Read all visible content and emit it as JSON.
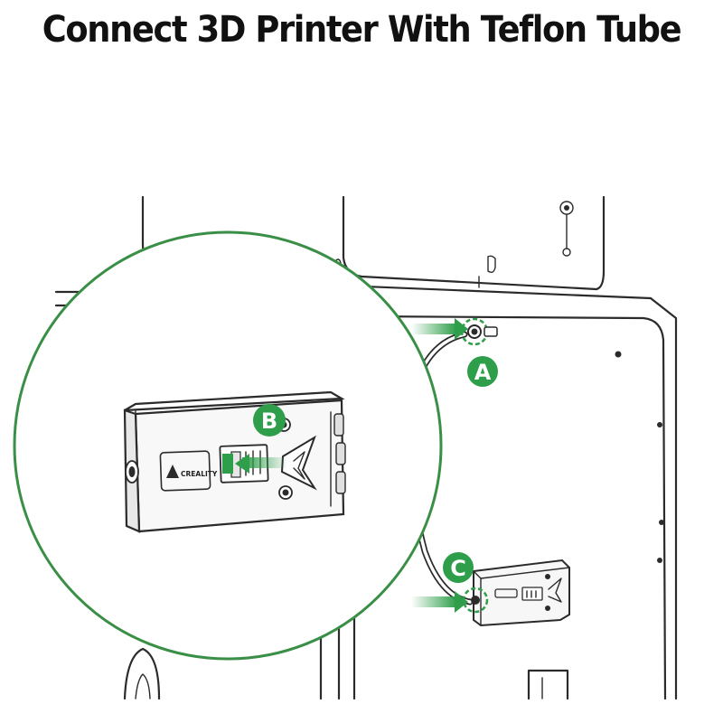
{
  "title": "Connect 3D Printer With Teflon Tube",
  "colors": {
    "accent_green": "#2e9e4a",
    "callout_circle": "#3a8f47",
    "line": "#2b2b2b"
  },
  "callouts": {
    "a": "A",
    "b": "B",
    "c": "C"
  },
  "brand": {
    "logo_icon": "creality-triangle-icon",
    "text": "CREALITY"
  }
}
